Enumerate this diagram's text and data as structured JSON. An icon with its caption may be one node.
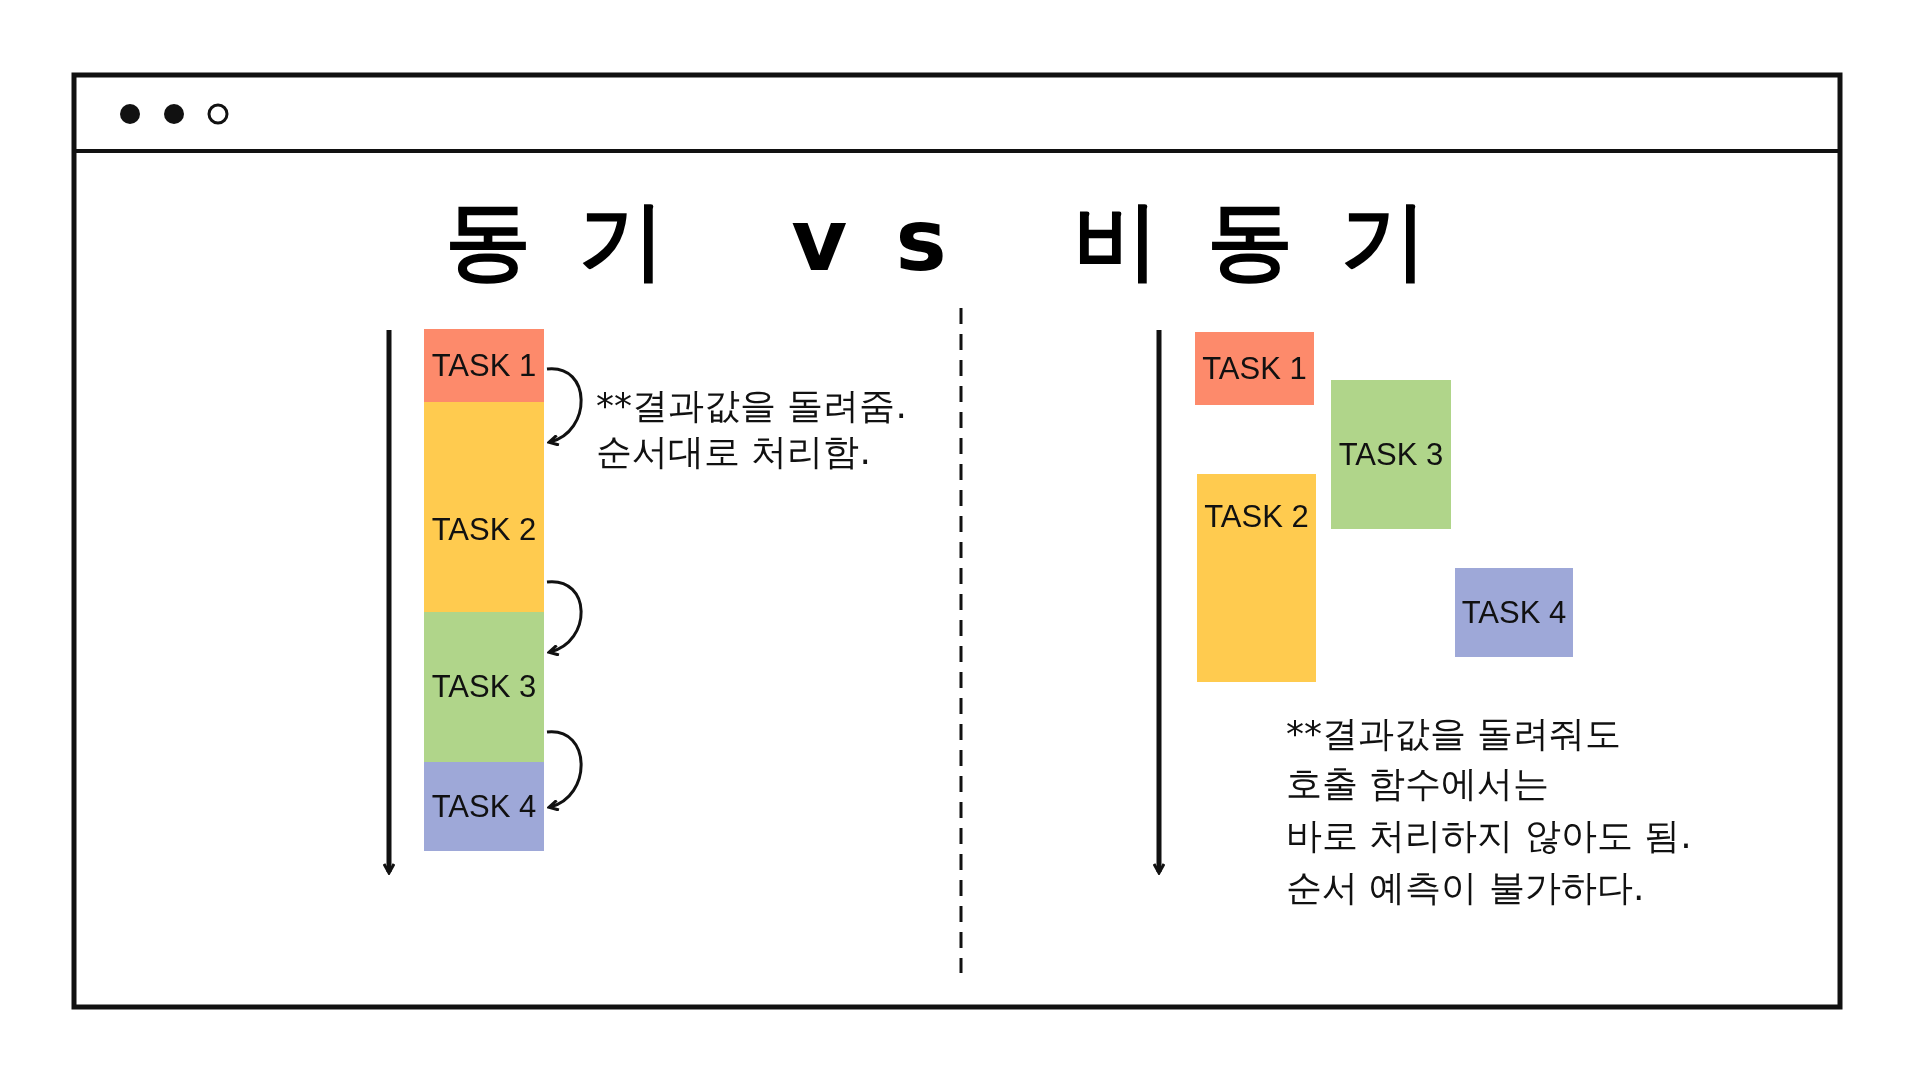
{
  "diagram": {
    "title": "동기 vs 비동기",
    "nodes": [
      {
        "text": [
          "TASK 1"
        ]
      },
      {
        "text": [
          "TASK 2"
        ]
      },
      {
        "text": [
          "TASK 3"
        ]
      },
      {
        "text": [
          "TASK 4"
        ]
      },
      {
        "text": [
          "TASK 1"
        ]
      },
      {
        "text": [
          "TASK 3"
        ]
      },
      {
        "text": [
          "TASK 2"
        ]
      },
      {
        "text": [
          "TASK 4"
        ]
      }
    ],
    "edges": [
      {
        "from": 0,
        "to": 1,
        "arrow": "to"
      },
      {
        "from": 1,
        "to": 2,
        "arrow": "to"
      },
      {
        "from": 2,
        "to": 3,
        "arrow": "to"
      }
    ],
    "labels": [
      "**결과값을 돌려줌.",
      "순서대로 처리함.",
      "**결과값을 돌려줘도",
      "호출 함수에서는",
      "바로 처리하지 않아도 됨.",
      "순서 예측이 불가하다."
    ]
  }
}
